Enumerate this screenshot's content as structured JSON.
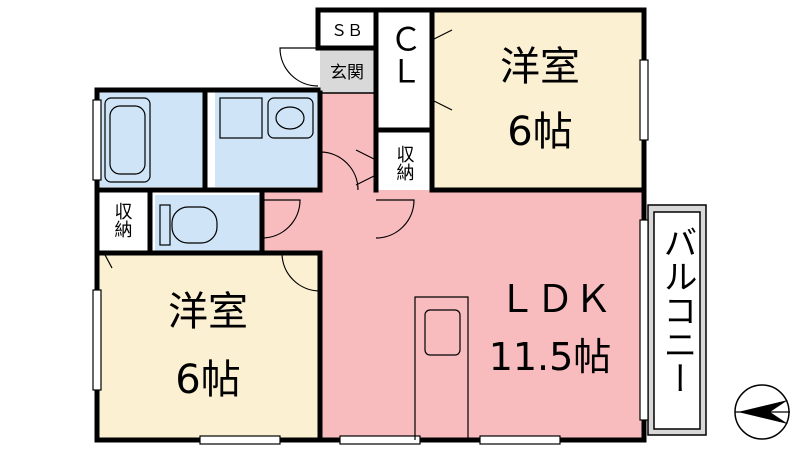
{
  "rooms": {
    "western_top": {
      "name": "洋室",
      "size": "6帖"
    },
    "western_left": {
      "name": "洋室",
      "size": "6帖"
    },
    "ldk": {
      "name": "ＬＤＫ",
      "size": "11.5帖"
    },
    "closet_top": {
      "label": "ＣＬ"
    },
    "storage_mid": {
      "label": "収納"
    },
    "storage_left": {
      "label": "収納"
    },
    "shoe_box": {
      "label": "ＳＢ"
    },
    "entrance": {
      "label": "玄関"
    },
    "balcony": {
      "label": "バルコニー"
    }
  },
  "colors": {
    "western": "#fbf0d2",
    "ldk": "#f8bcbf",
    "hall": "#f8bcbf",
    "wet": "#cfe4f7",
    "entrance": "#d9d9d9",
    "balcony": "#d8d8d8",
    "wall": "#000000"
  },
  "icons": [
    "bathtub-icon",
    "washbasin-icon",
    "toilet-icon",
    "kitchen-counter-icon",
    "north-arrow-icon"
  ]
}
